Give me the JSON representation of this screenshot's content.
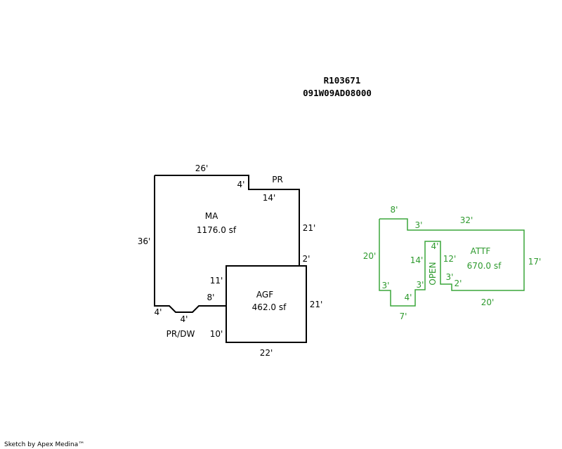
{
  "header": {
    "parcel_id": "R103671",
    "map_number": "091W09AD08000"
  },
  "colors": {
    "main_outline": "#000000",
    "attic_outline": "#3aa63a"
  },
  "areas": {
    "main": {
      "code": "MA",
      "area": "1176.0 sf"
    },
    "garage": {
      "code": "AGF",
      "area": "462.0 sf"
    },
    "porch": {
      "code": "PR"
    },
    "porch_dw": {
      "code": "PR/DW"
    },
    "attic": {
      "code": "ATTF",
      "area": "670.0 sf"
    },
    "open": {
      "label": "OPEN"
    }
  },
  "dimensions": {
    "main_top": "26'",
    "main_left": "36'",
    "main_notch_down": "4'",
    "main_notch_right": "14'",
    "main_right": "21'",
    "main_right_jog": "2'",
    "main_step_down": "11'",
    "main_step_left": "8'",
    "main_bottom_left": "4'",
    "main_bottom_angle": "4'",
    "garage_right": "21'",
    "garage_bottom": "22'",
    "garage_left_lower": "10'",
    "attic_top_left": "8'",
    "attic_step": "3'",
    "attic_top": "32'",
    "attic_left": "20'",
    "attic_right": "17'",
    "attic_bottom": "20'",
    "attic_bottom_left": "7'",
    "attic_inner_left": "3'",
    "attic_inner_right": "3'",
    "attic_inner_up": "4'",
    "attic_open_left": "14'",
    "attic_open_top": "4'",
    "attic_open_right": "12'",
    "attic_open_step": "3'",
    "attic_open_step2": "2'"
  },
  "footer": {
    "credit": "Sketch by Apex Medina™"
  }
}
